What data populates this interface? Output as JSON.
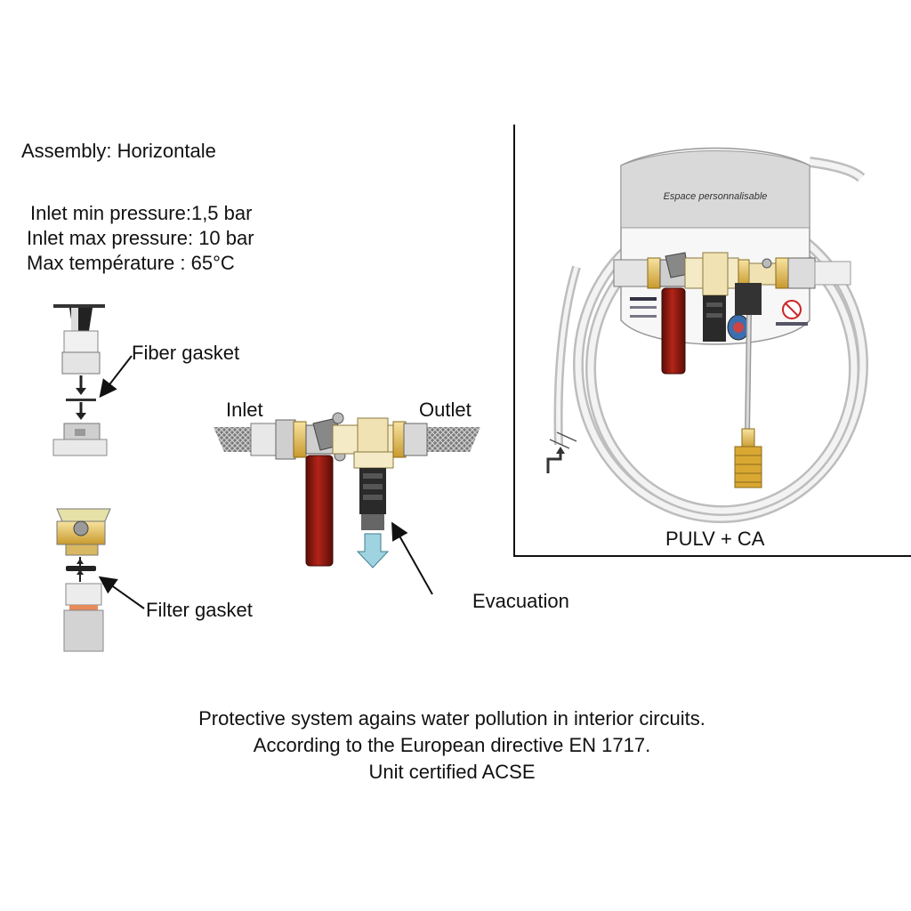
{
  "assembly": "Assembly: Horizontale",
  "specs": {
    "inlet_min": "Inlet min pressure:1,5 bar",
    "inlet_max": "Inlet max pressure: 10 bar",
    "max_temp": "Max température : 65°C"
  },
  "labels": {
    "fiber_gasket": "Fiber gasket",
    "filter_gasket": "Filter gasket",
    "inlet": "Inlet",
    "outlet": "Outlet",
    "evacuation": "Evacuation",
    "model": "PULV + CA",
    "panel_title": "Espace personnalisable"
  },
  "footer": {
    "line1": "Protective system agains water pollution in interior circuits.",
    "line2": "According to the European directive EN 1717.",
    "line3": "Unit certified ACSE"
  },
  "colors": {
    "brass": "#e8c66a",
    "red_filter": "#8e1a12",
    "pipe": "#f2f2f2",
    "arrow": "#9fd3e0",
    "panel": "#d9d9d9"
  }
}
